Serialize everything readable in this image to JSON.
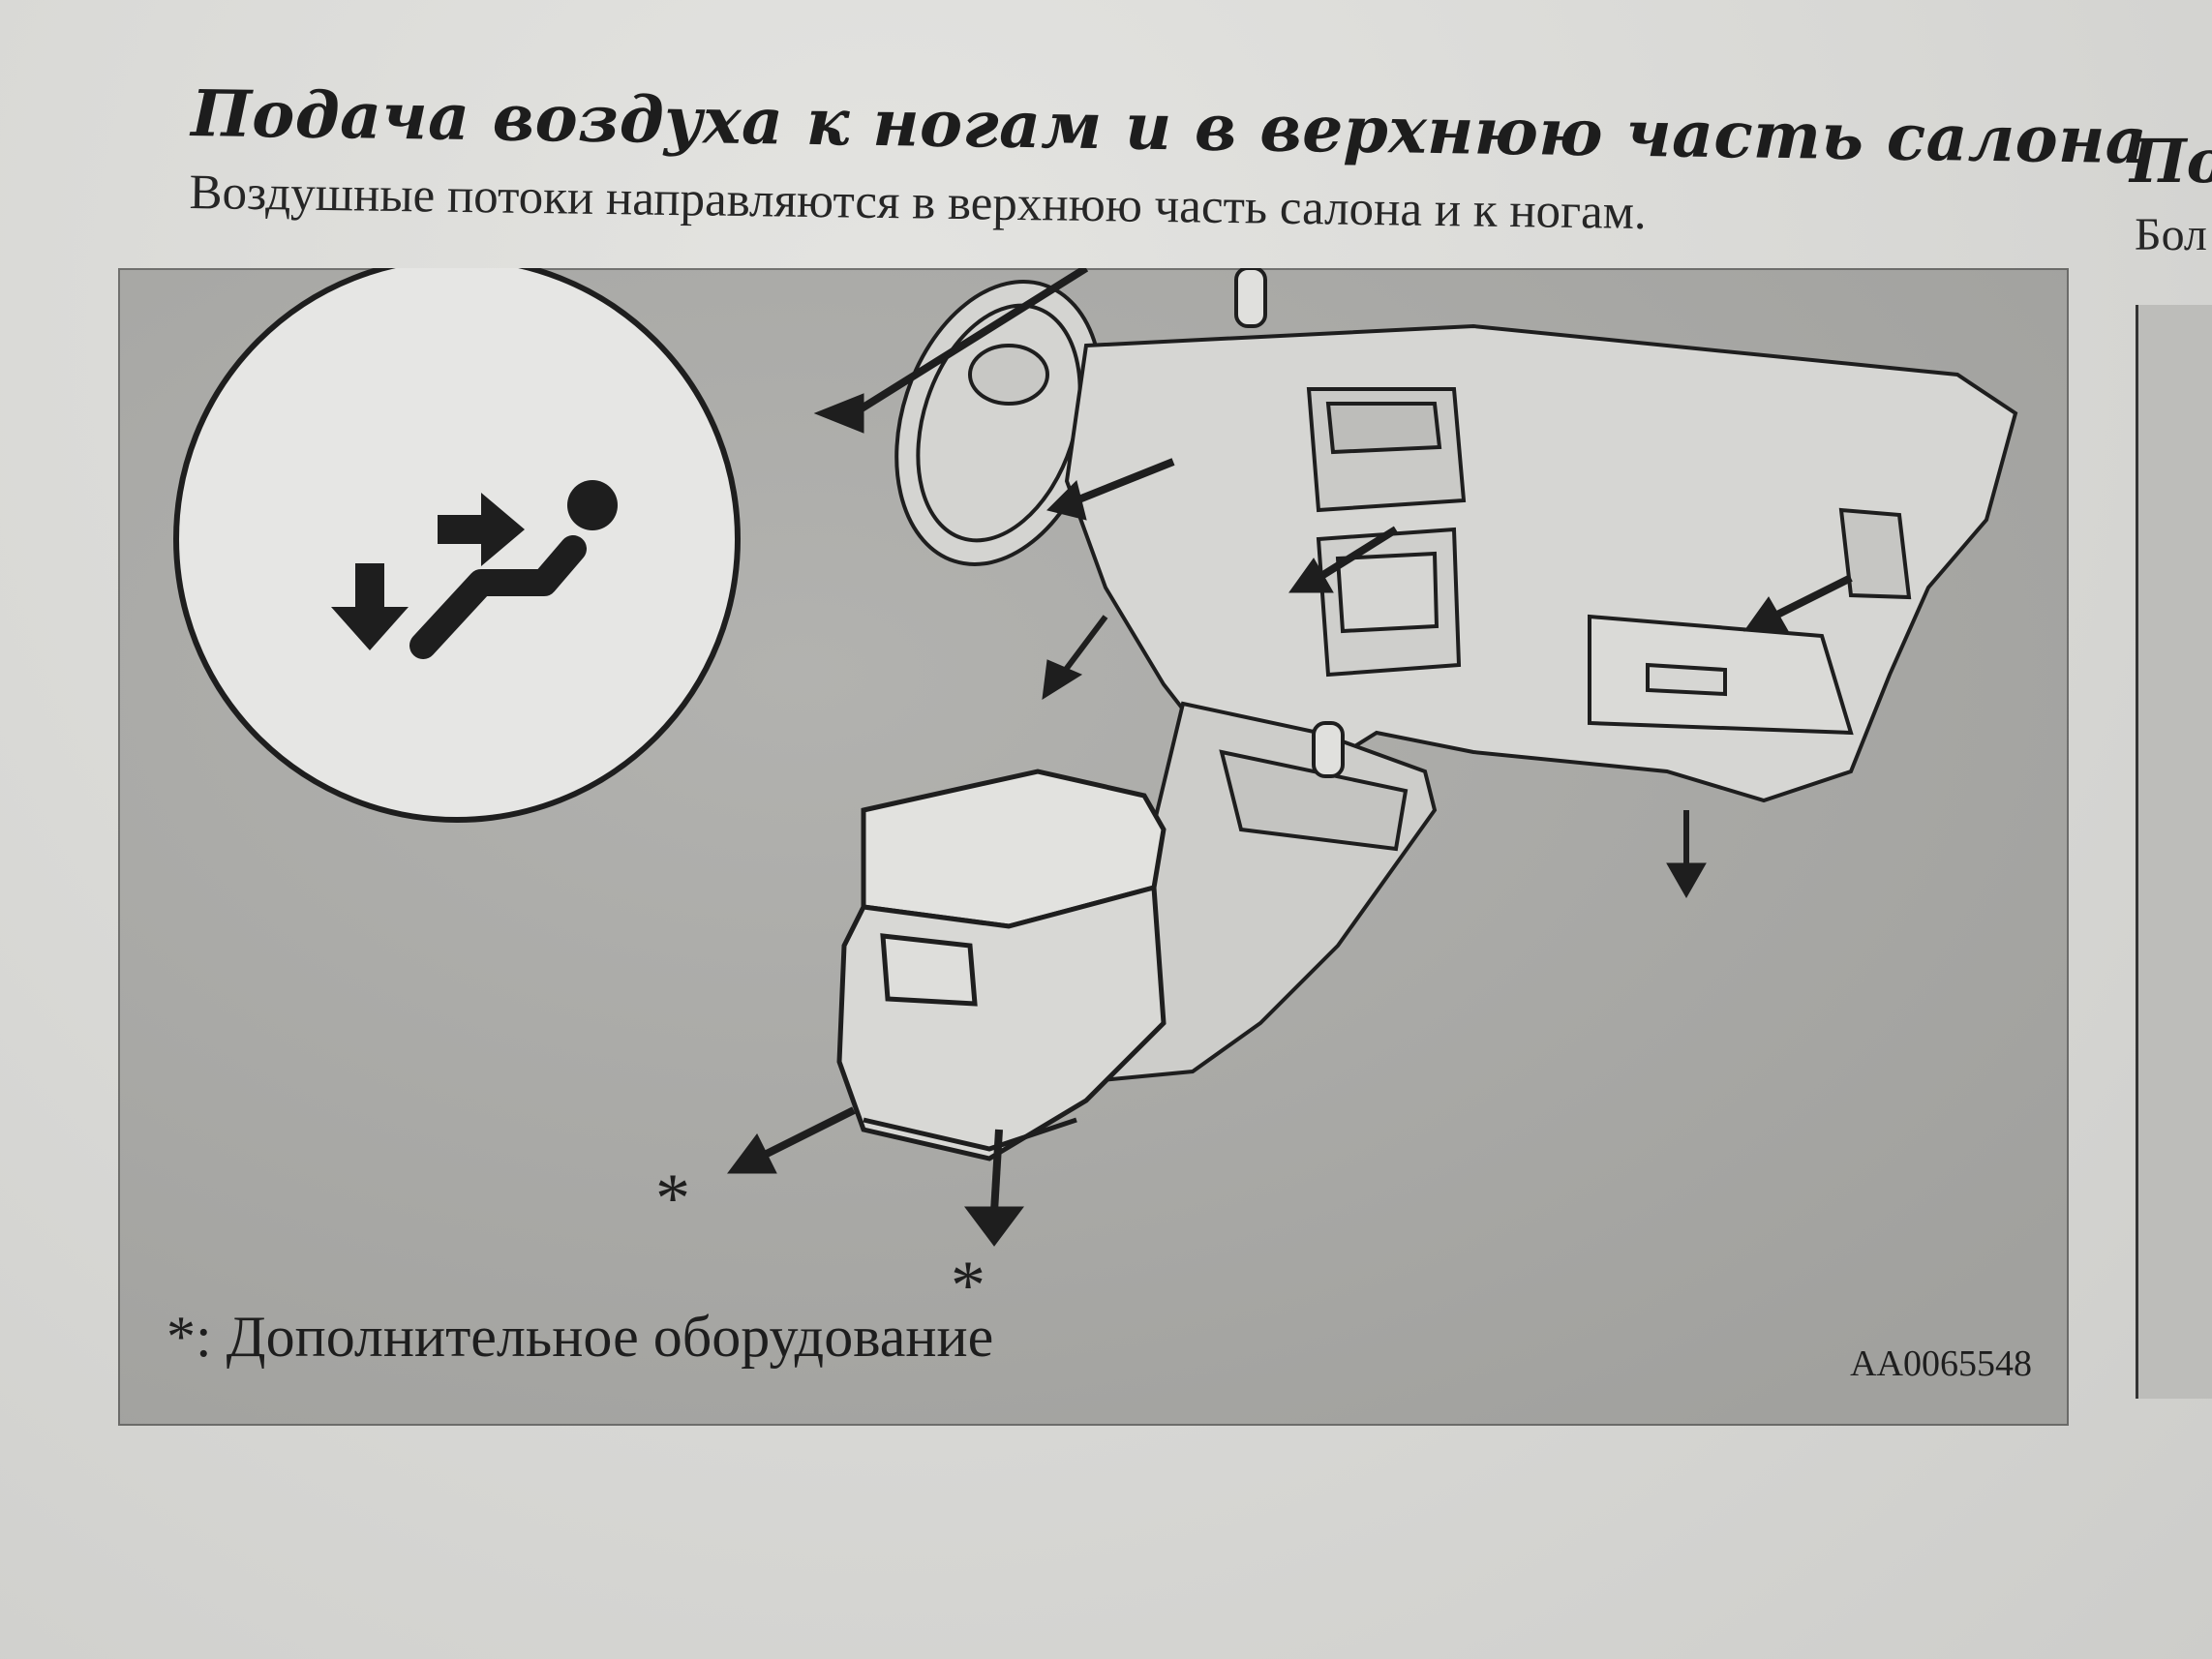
{
  "header": {
    "title": "Подача воздуха к ногам и в верхнюю часть салона",
    "description": "Воздушные потоки направляются в верхнюю часть салона и к ногам."
  },
  "next_column": {
    "title_fragment": "По",
    "description_fragment": "Бол"
  },
  "figure": {
    "icon": "feet-and-face-airflow-icon",
    "asterisk_label": "*",
    "footnote": "*: Дополнительное оборудование",
    "code": "AA0065548"
  },
  "colors": {
    "figure_background": "#a9a9a6",
    "ink": "#1e1e1e",
    "paper": "#e2e2df"
  }
}
